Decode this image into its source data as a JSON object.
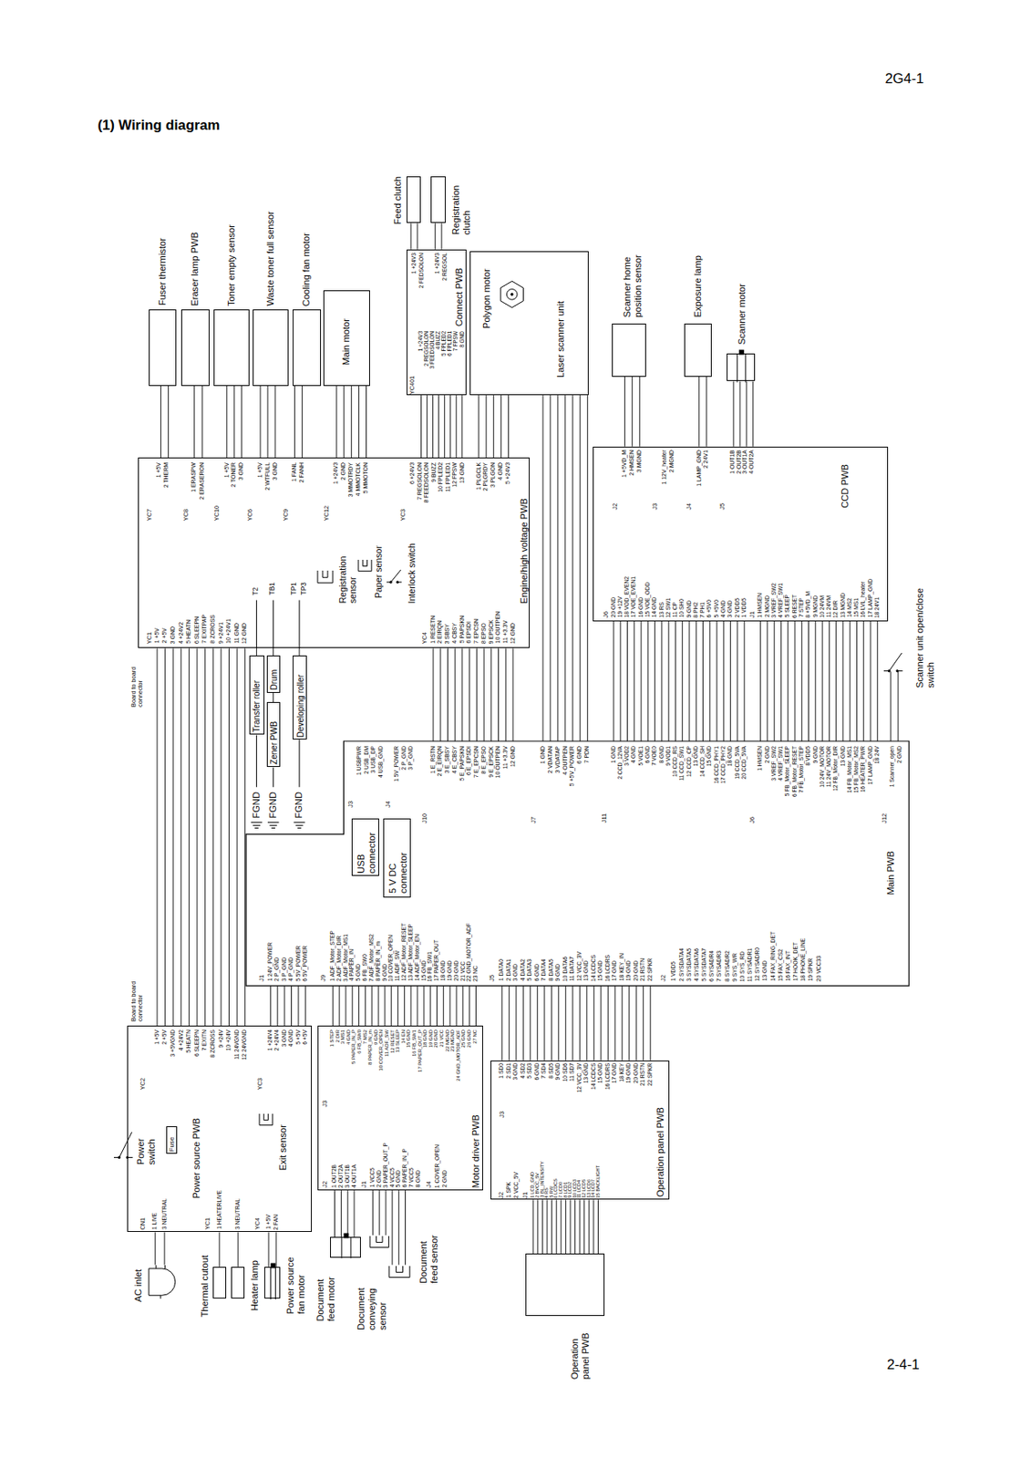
{
  "diagram": {
    "title": "(1) Wiring diagram",
    "nodes": [
      {
        "text": [
          "Fuser thermistor"
        ]
      },
      {
        "text": [
          "Eraser lamp PWB"
        ]
      },
      {
        "text": [
          "Toner empty sensor"
        ]
      },
      {
        "text": [
          "Waste toner full sensor"
        ]
      },
      {
        "text": [
          "Cooling fan motor"
        ]
      },
      {
        "text": [
          "Main motor"
        ]
      },
      {
        "text": [
          "Feed clutch"
        ]
      },
      {
        "text": [
          "Registration clutch"
        ]
      },
      {
        "text": [
          "Connect PWB"
        ]
      },
      {
        "text": [
          "Laser scanner unit"
        ]
      },
      {
        "text": [
          "Polygon motor"
        ],
        "in": 9
      },
      {
        "text": [
          "Scanner home position sensor"
        ]
      },
      {
        "text": [
          "Exposure lamp"
        ]
      },
      {
        "text": [
          "Scanner motor"
        ]
      },
      {
        "text": [
          "Engine/high voltage PWB"
        ]
      },
      {
        "text": [
          "Registration sensor"
        ],
        "in": 14
      },
      {
        "text": [
          "Paper sensor"
        ],
        "in": 14
      },
      {
        "text": [
          "Interlock switch"
        ],
        "in": 14
      },
      {
        "text": [
          "CCD PWB"
        ]
      },
      {
        "text": [
          "Transfer roller"
        ]
      },
      {
        "text": [
          "Drum"
        ]
      },
      {
        "text": [
          "Developing roller"
        ]
      },
      {
        "text": [
          "Zener PWB"
        ]
      },
      {
        "text": [
          "Scanner unit open/close switch"
        ]
      },
      {
        "text": [
          "Main PWB"
        ]
      },
      {
        "text": [
          "USB connector"
        ],
        "in": 24
      },
      {
        "text": [
          "5 V DC connector"
        ],
        "in": 24
      },
      {
        "text": [
          "Power source PWB"
        ]
      },
      {
        "text": [
          "Power switch"
        ]
      },
      {
        "text": [
          "Fuse"
        ],
        "in": 27
      },
      {
        "text": [
          "Exit sensor"
        ],
        "in": 27
      },
      {
        "text": [
          "Motor driver PWB"
        ]
      },
      {
        "text": [
          "Operation panel PWB"
        ]
      },
      {
        "text": [
          "Operation panel PWB"
        ]
      },
      {
        "text": [
          "AC inlet"
        ]
      },
      {
        "text": [
          "Thermal cutout"
        ]
      },
      {
        "text": [
          "Heater lamp"
        ]
      },
      {
        "text": [
          "Power source fan motor"
        ]
      },
      {
        "text": [
          "Document feed motor"
        ]
      },
      {
        "text": [
          "Document conveying sensor"
        ]
      },
      {
        "text": [
          "Document feed sensor"
        ]
      }
    ],
    "edges": [
      {
        "from": 0,
        "to": 14,
        "arrow": "none"
      },
      {
        "from": 1,
        "to": 14,
        "arrow": "none"
      },
      {
        "from": 2,
        "to": 14,
        "arrow": "none"
      },
      {
        "from": 3,
        "to": 14,
        "arrow": "none"
      },
      {
        "from": 4,
        "to": 14,
        "arrow": "none"
      },
      {
        "from": 5,
        "to": 14,
        "arrow": "none"
      },
      {
        "from": 6,
        "to": 8,
        "arrow": "none"
      },
      {
        "from": 7,
        "to": 8,
        "arrow": "none"
      },
      {
        "from": 8,
        "to": 14,
        "arrow": "none"
      },
      {
        "from": 9,
        "to": 14,
        "arrow": "none"
      },
      {
        "from": 9,
        "to": 24,
        "arrow": "none"
      },
      {
        "from": 14,
        "to": 24,
        "arrow": "none"
      },
      {
        "from": 14,
        "to": 27,
        "arrow": "none"
      },
      {
        "from": 14,
        "to": 19,
        "arrow": "none"
      },
      {
        "from": 14,
        "to": 20,
        "arrow": "none"
      },
      {
        "from": 14,
        "to": 21,
        "arrow": "none"
      },
      {
        "from": 20,
        "to": 22,
        "arrow": "none"
      },
      {
        "from": 11,
        "to": 18,
        "arrow": "none"
      },
      {
        "from": 12,
        "to": 18,
        "arrow": "none"
      },
      {
        "from": 13,
        "to": 18,
        "arrow": "none"
      },
      {
        "from": 18,
        "to": 24,
        "arrow": "none"
      },
      {
        "from": 18,
        "to": 24,
        "arrow": "none"
      },
      {
        "from": 23,
        "to": 24,
        "arrow": "none"
      },
      {
        "from": 27,
        "to": 24,
        "arrow": "none"
      },
      {
        "from": 31,
        "to": 24,
        "arrow": "none"
      },
      {
        "from": 32,
        "to": 24,
        "arrow": "none"
      },
      {
        "from": 33,
        "to": 32,
        "arrow": "none"
      },
      {
        "from": 34,
        "to": 27,
        "arrow": "none"
      },
      {
        "from": 35,
        "to": 27,
        "arrow": "none"
      },
      {
        "from": 36,
        "to": 27,
        "arrow": "none"
      },
      {
        "from": 37,
        "to": 27,
        "arrow": "none"
      },
      {
        "from": 38,
        "to": 31,
        "arrow": "none"
      },
      {
        "from": 39,
        "to": 31,
        "arrow": "none"
      },
      {
        "from": 40,
        "to": 31,
        "arrow": "none"
      }
    ],
    "labels": [
      "2G4-1",
      "2-4-1",
      "Board to board connector",
      "Board to board connector",
      "YC7",
      "1 +5V",
      "2 THERM",
      "YC8",
      "1 ERASPW",
      "2 ERASERON",
      "YC10",
      "1 +5V",
      "2 TONER",
      "3 GND",
      "YC6",
      "1 +5V",
      "2 WTFULL",
      "3 GND",
      "YC9",
      "1 FANL",
      "2 FANH",
      "YC12",
      "1 +24V3",
      "2 GND",
      "3 MMOTRDY",
      "4 MMOTCLK",
      "5 MMOTON",
      "YC3",
      "6 +24V3",
      "7 REGSOLON",
      "8 FEEDSOLON",
      "9 BUZZ",
      "10 FPLED2",
      "11 FPLED1",
      "12 FPSW",
      "13 GND",
      "1 PLGCLK",
      "2 PLGRDY",
      "3 PLGON",
      "4 GND",
      "5 +24V3",
      "T2",
      "TB1",
      "TP1",
      "TP3",
      "YC1",
      "1 +5V",
      "2 +5V",
      "3 GND",
      "4 +24V2",
      "5 HEATN",
      "6 SLEEPN",
      "7 EXITPAP",
      "8 ZCROSS",
      "9 +24V1",
      "10 +24V1",
      "11 GND",
      "12 GND",
      "YC4",
      "1 RESETN",
      "2 EIRQN",
      "3 SBSY",
      "4 CBSY",
      "5 PAPSKN",
      "6 EPSDI",
      "7 EPCSN",
      "8 EPSO",
      "9 EPSCK",
      "10 OUTPEN",
      "11 +3.3V",
      "12 GND",
      "1 +24V3",
      "2 FEDSOLON",
      "1 +24V3",
      "2 REGSOL",
      "YC401",
      "1 +24V3",
      "2 REGSOLON",
      "3 FEEDSOLON",
      "4 BUZZ",
      "5 FPLED2",
      "6 FPLED1",
      "7 FPSW",
      "8 GND",
      "J2",
      "1 +5VD_M",
      "2 HMSEN",
      "3 MGND",
      "J3",
      "1 12V_heater",
      "2 MGND",
      "J4",
      "1 LAMP_GND",
      "2 24V1",
      "J5",
      "1 OUT1B",
      "2 OUT2B",
      "3 OUT1A",
      "4 OUT2A",
      "J6",
      "20 GND",
      "19 +12V",
      "18 VOD_EVEN2",
      "17 VOE_EVEN1",
      "16 GND",
      "15 VOE_ODD",
      "14 GND",
      "13 RS",
      "12 SW1",
      "11 CP",
      "10 SH0",
      "9 GND",
      "8 PH2",
      "7 PH1",
      "6 +5V0",
      "5 +5V0",
      "4 GND",
      "3 GND",
      "2 VDD5",
      "1 VDD5",
      "J1",
      "1 HMSEN",
      "2 MGND",
      "3 VREF_SW2",
      "4 VREF_SW1",
      "5 SLEEP",
      "6 RESET",
      "7 STEP",
      "8 +5VD_M",
      "9 MGND",
      "10 24VM",
      "11 24VM",
      "12 DIR",
      "13 MGND",
      "14 MS2",
      "15 MS1",
      "16 LVL_heater",
      "17 LAMP_GND",
      "18 24V1",
      "J3",
      "1 USBPWR",
      "2 USB_DM",
      "3 USB_DP",
      "4 USB_GND",
      "J4",
      "1 5V_POWER",
      "2 P_GND",
      "3 P_GND",
      "J10",
      "1 E_RSTN",
      "2 E_EIRQN",
      "3 E_SBSY",
      "4 E_CBSY",
      "5 E_PAPSKN",
      "6 E_EPSDI",
      "7 E_EPCSN",
      "8 E_EPSO",
      "9 E_EPSCK",
      "10 OUTPEN",
      "11 +3.3V",
      "12 GND",
      "J7",
      "1 GND",
      "2 VDATAN",
      "3 VDATAP",
      "4 OUTPEN",
      "5 +5V_POWER",
      "6 GND",
      "7 PDN",
      "J11",
      "1 GND",
      "2 CCD_12VA",
      "3 VOD2",
      "4 GND",
      "5 VOE1",
      "6 GND",
      "7 VOE0",
      "8 GND",
      "9 VOD1",
      "10 CCD_RS",
      "11 CCD_SW1",
      "12 CCD_CP",
      "13 GND",
      "14 CCD_SH",
      "15 GND",
      "16 CCD_PHY1",
      "17 CCD_PHY2",
      "18 GND",
      "19 CCD_5VA",
      "20 CCD_5VA",
      "J6",
      "1 HMSEN",
      "2 GND",
      "3 VREF_SW2",
      "4 VREF_SW1",
      "5 FB_Motor_SLEEP",
      "6 FB_Motor_RESET",
      "7 FB_Motor_STEP",
      "8 VDD5",
      "9 GND",
      "10 24V_MOTOR",
      "11 24V_MOTOR",
      "12 FB_Motor_DIR",
      "13 GND",
      "14 FB_Motor_MS1",
      "15 FB_Motor_MS2",
      "16 HEATER_PWR",
      "17 LAMP_GND",
      "18 24V",
      "J12",
      "1 Scanner_open",
      "2 GND",
      "J1",
      "1 24V_POWER",
      "2 P_GND",
      "3 P_GND",
      "4 P_GND",
      "5 5V_POWER",
      "6 5V_POWER",
      "J9",
      "1 ADF_Motor_STEP",
      "2 ADF_Motor_DIR",
      "3 ADF_Motor_MS1",
      "4 PAPER_IN",
      "5 GND",
      "6 FB_SW0",
      "7 ADF_Motor_MS2",
      "8 PAPER_IN_m",
      "9 GND",
      "10 COVER_OPEN",
      "11 ADF_SW",
      "12 ADF_Motor_RESET",
      "13 ADF_Motor_SLEEP",
      "14 ADF_Motor_EN",
      "15 GND",
      "16 FB_SW1",
      "17 PAPER_OUT",
      "18 GND",
      "19 GND",
      "20 GND",
      "21 VCC",
      "22 GND_MOTOR_ADF",
      "23 NC",
      "J5",
      "1 DATA0",
      "2 DATA1",
      "3 GND",
      "4 DATA2",
      "5 DATA3",
      "6 GND",
      "7 DATA4",
      "8 DATA5",
      "9 GND",
      "10 DATA6",
      "11 DATA7",
      "12 VCC_3V",
      "13 GND",
      "14 LCDCS",
      "15 GND",
      "16 LCDRS",
      "17 GND",
      "18 KEY_IN",
      "19 GND",
      "20 GND",
      "21 RSTN",
      "22 SPKR",
      "J2",
      "1 VDD5",
      "2 SYSDATA4",
      "3 SYSDATA5",
      "4 SYSDATA6",
      "5 SYSDATA7",
      "6 SYSADR4",
      "7 SYSADR3",
      "8 SYSADR2",
      "9 SYS_WR",
      "10 SYS_RD",
      "11 SYSADR1",
      "12 SYSADR0",
      "13 GND",
      "14 FAX_RING_DET",
      "15 FAX_CS2",
      "16 FAX_INT",
      "17 HOOK_DET",
      "18 PHONE_LINE",
      "19 SPKR",
      "20 VCC33",
      "YC2",
      "1 +5V",
      "2 +5V",
      "3 +5VGND",
      "4 +24V2",
      "5 HEATN",
      "6 SLEEPN",
      "7 EXITN",
      "8 ZCROSS",
      "9 +24V",
      "10 +24V",
      "11 24VGND",
      "12 24VGND",
      "YC3",
      "1 +24V4",
      "2 +24V4",
      "3 GND",
      "4 GND",
      "5 +5V",
      "6 +5V",
      "CN1",
      "1 LIVE",
      "3 NEUTRAL",
      "YC1",
      "1 HEATERLIVE",
      "3 NEUTRAL",
      "YC4",
      "1 +5V",
      "2 FAN",
      "J3",
      "1 STEP",
      "2 DIR",
      "3 MS1",
      "4 GND",
      "5 PAPER_IN_P",
      "6 FB_SW0",
      "7 MS2",
      "8 PAPER_IN_m",
      "9 GND",
      "10 COVER_OPEN",
      "11 ADF_SW",
      "12 RESET",
      "13 SLEEP",
      "14 EN",
      "15 GND",
      "16 FB_SW1",
      "17 PAPER_OUT_P",
      "18 GND",
      "19 GND",
      "20 GND",
      "21 VCC",
      "22 MGND",
      "23 MGND",
      "24 GND_MOTOR_ADF",
      "25 GND",
      "26 GND",
      "27 NC",
      "J2",
      "1 OUT2B",
      "2 OUT2A",
      "3 OUT1B",
      "4 OUT1A",
      "J1",
      "1 VCC5",
      "2 GND",
      "3 PAPER_OUT_P",
      "4 VCC5",
      "5 GND",
      "6 PAPER_IN_P",
      "7 VCC5",
      "8 GND",
      "J4",
      "1 COVER_OPEN",
      "2 GND",
      "1 SD0",
      "2 SD1",
      "3 GND",
      "4 SD2",
      "5 SD3",
      "6 GND",
      "7 SD4",
      "8 SD5",
      "9 GND",
      "10 SD6",
      "11 SD7",
      "12 VCC_3V",
      "13 GND",
      "14 LCDCS",
      "15 GND",
      "16 LCDRS",
      "17 GND",
      "18 KEY",
      "19 GND",
      "20 GND",
      "21 RSTN",
      "22 SPKR",
      "J3",
      "J2",
      "1 SPK",
      "2 VCC_5V",
      "J1",
      "1 LCD_GND",
      "2 BVCC_5V",
      "3 BL_INTENSITY",
      "4 RS",
      "5 RW",
      "6 LCDCS",
      "7 LCD0",
      "8 LCD1",
      "9 LCD2",
      "10 LCD3",
      "11 LCD4",
      "12 LCD5",
      "13 LCD6",
      "14 LCD7",
      "15 BACKLIGHT",
      "FGND",
      "FGND",
      "FGND"
    ]
  }
}
